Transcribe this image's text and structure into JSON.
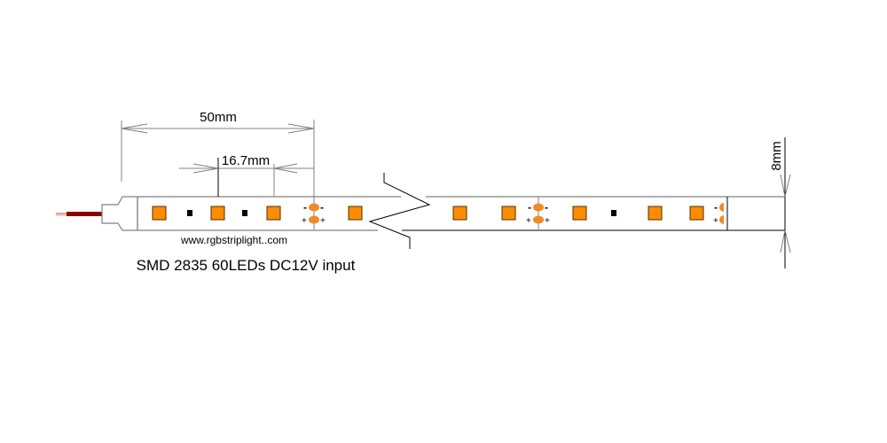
{
  "diagram": {
    "title": "SMD 2835 60LEDs DC12V input",
    "website": "www.rgbstriplight..com",
    "dimensions": {
      "cut_length": "50mm",
      "led_pitch": "16.7mm",
      "strip_width": "8mm"
    },
    "solder_pad_labels": {
      "negative": "-",
      "positive": "+"
    },
    "colors": {
      "led": "#ff8c00",
      "pad": "#f08a24",
      "wire_red": "#8b0000",
      "outline": "#808080"
    }
  }
}
